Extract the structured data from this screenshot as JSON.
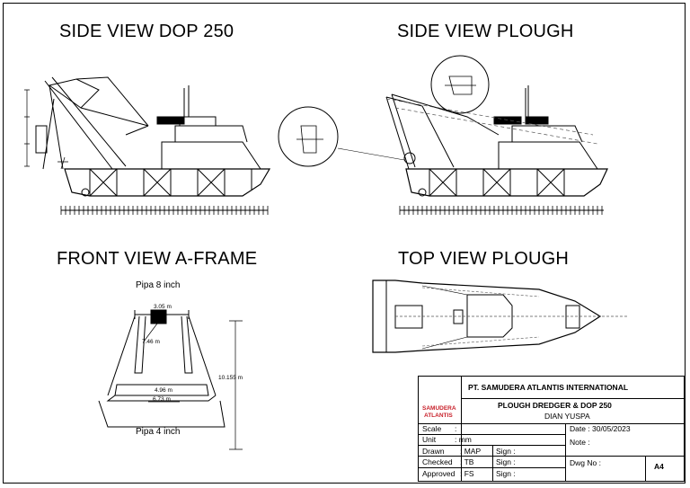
{
  "views": {
    "side_dop": "SIDE VIEW DOP 250",
    "side_plough": "SIDE VIEW PLOUGH",
    "front_aframe": "FRONT VIEW A-FRAME",
    "top_plough": "TOP VIEW PLOUGH"
  },
  "front_labels": {
    "pipe_top": "Pipa 8 inch",
    "pipe_bottom": "Pipa 4 inch",
    "dim_top": "3.05 m",
    "dim_diag": "7.46 m",
    "dim_height": "10.155 m",
    "dim_mid": "4.96 m",
    "dim_base": "6.73 m"
  },
  "title_block": {
    "logo_line1": "SAMUDERA",
    "logo_line2": "ATLANTIS",
    "company": "PT. SAMUDERA ATLANTIS INTERNATIONAL",
    "project": "PLOUGH DREDGER & DOP 250",
    "author": "DIAN YUSPA",
    "scale_label": "Scale",
    "scale_value": ":",
    "unit_label": "Unit",
    "unit_value": ": mm",
    "date": "Date : 30/05/2023",
    "note": "Note :",
    "drawn_label": "Drawn",
    "drawn_value": ": MAP",
    "checked_label": "Checked",
    "checked_value": ": TB",
    "approved_label": "Approved",
    "approved_value": ": FS",
    "sign": "Sign :",
    "dwg_no": "Dwg No :",
    "sheet_size": "A4"
  },
  "colors": {
    "line": "#000000",
    "brand_red": "#c8202a",
    "hidden": "#555555"
  }
}
